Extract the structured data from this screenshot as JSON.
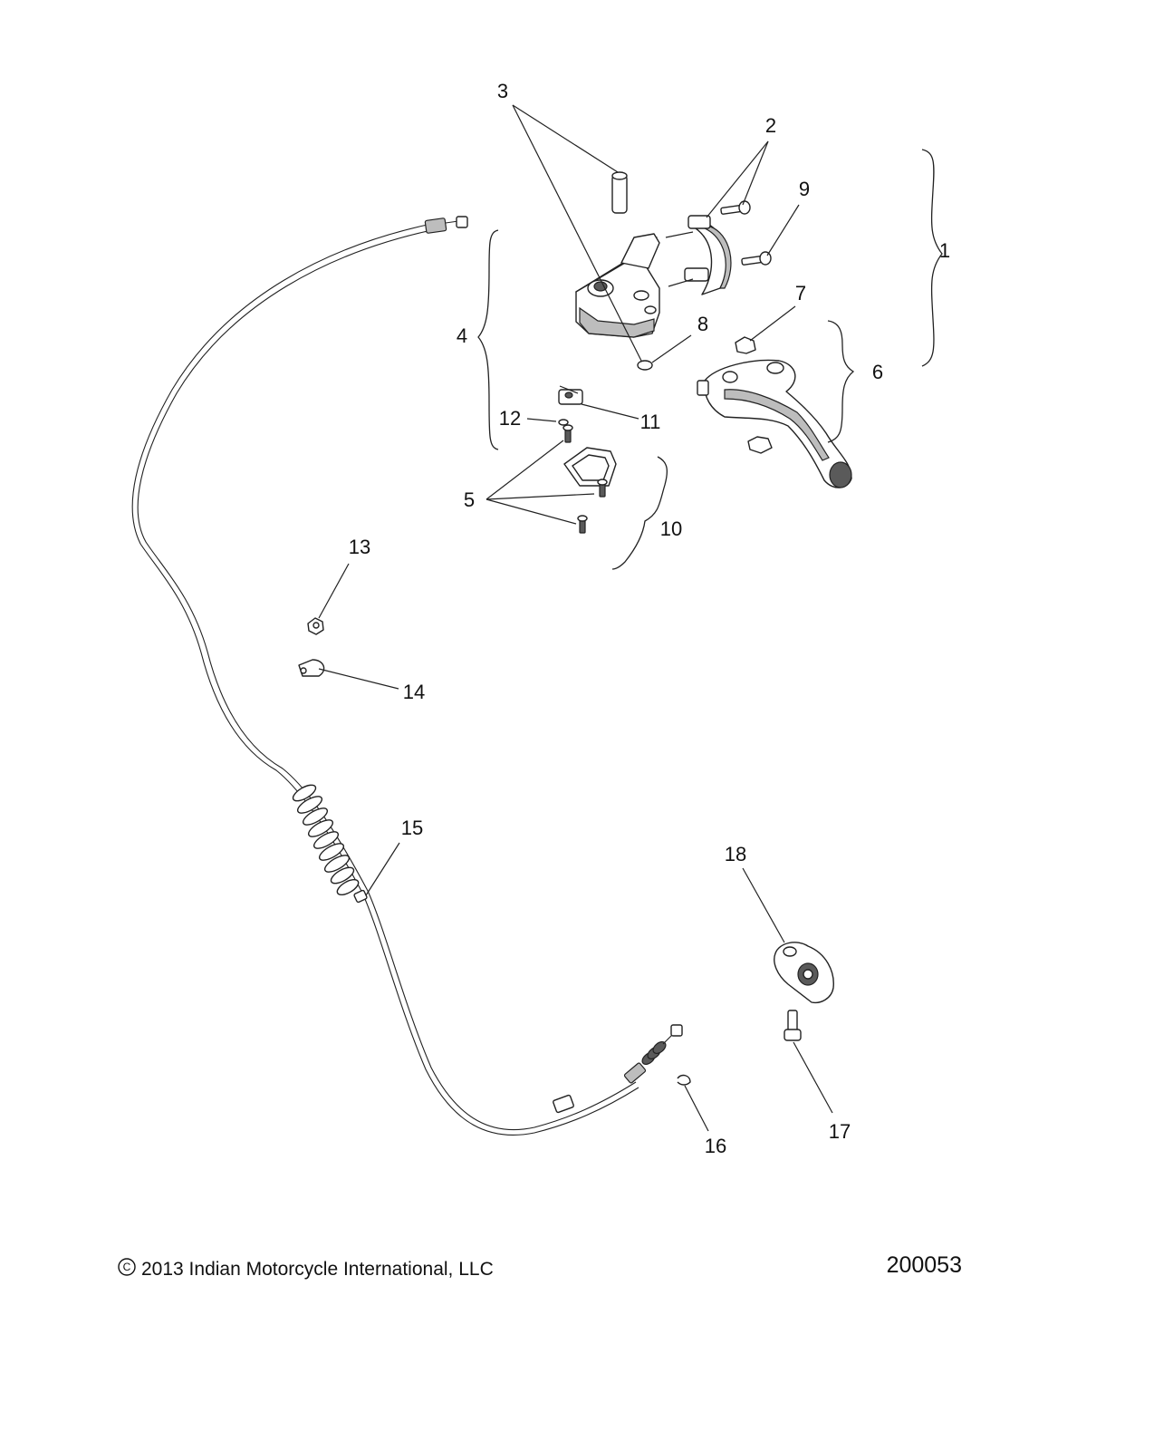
{
  "callouts": {
    "c1": "1",
    "c2": "2",
    "c3": "3",
    "c4": "4",
    "c5": "5",
    "c6": "6",
    "c7": "7",
    "c8": "8",
    "c9": "9",
    "c10": "10",
    "c11": "11",
    "c12": "12",
    "c13": "13",
    "c14": "14",
    "c15": "15",
    "c16": "16",
    "c17": "17",
    "c18": "18"
  },
  "footer": {
    "copyright_symbol": "C",
    "copyright": "2013 Indian Motorcycle International, LLC",
    "drawing_number": "200053"
  },
  "colors": {
    "line": "#222222",
    "background": "#ffffff"
  }
}
